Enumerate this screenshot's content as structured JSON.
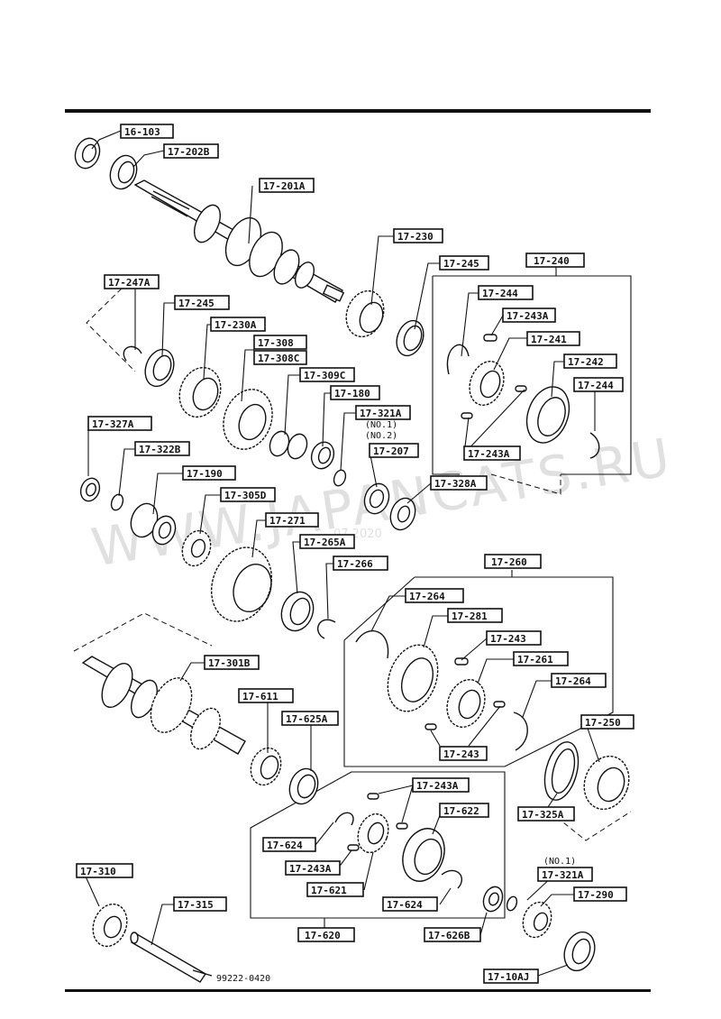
{
  "watermark": {
    "text": "WWW.JAPANCATS.RU",
    "date": "07.2020"
  },
  "labels": {
    "p16_103": "16-103",
    "p17_202B": "17-202B",
    "p17_201A": "17-201A",
    "p17_230": "17-230",
    "p17_245_a": "17-245",
    "p17_240": "17-240",
    "p17_247A": "17-247A",
    "p17_245_b": "17-245",
    "p17_230A": "17-230A",
    "p17_244_a": "17-244",
    "p17_243A_a": "17-243A",
    "p17_308": "17-308",
    "p17_308C": "17-308C",
    "p17_241": "17-241",
    "p17_242": "17-242",
    "p17_309C": "17-309C",
    "p17_244_b": "17-244",
    "p17_180": "17-180",
    "p17_321A_a": "17-321A",
    "p17_327A": "17-327A",
    "p17_322B": "17-322B",
    "p17_207": "17-207",
    "p17_243A_b": "17-243A",
    "p17_190": "17-190",
    "p17_328A": "17-328A",
    "p17_305D": "17-305D",
    "p17_271": "17-271",
    "p17_265A": "17-265A",
    "p17_266": "17-266",
    "p17_260": "17-260",
    "p17_264_a": "17-264",
    "p17_281": "17-281",
    "p17_243_a": "17-243",
    "p17_261": "17-261",
    "p17_264_b": "17-264",
    "p17_301B": "17-301B",
    "p17_611": "17-611",
    "p17_625A": "17-625A",
    "p17_250": "17-250",
    "p17_243_b": "17-243",
    "p17_325A": "17-325A",
    "p17_243A_c": "17-243A",
    "p17_622": "17-622",
    "p17_624_a": "17-624",
    "p17_243A_d": "17-243A",
    "p17_321A_b": "17-321A",
    "p17_310": "17-310",
    "p17_621": "17-621",
    "p17_315": "17-315",
    "p17_624_b": "17-624",
    "p17_290": "17-290",
    "p17_626B": "17-626B",
    "p17_620": "17-620",
    "p17_10AJ": "17-10AJ"
  },
  "notes": {
    "no1_a": "(NO.1)",
    "no2_a": "(NO.2)",
    "no1_b": "(NO.1)",
    "bolt": "99222-0420"
  }
}
